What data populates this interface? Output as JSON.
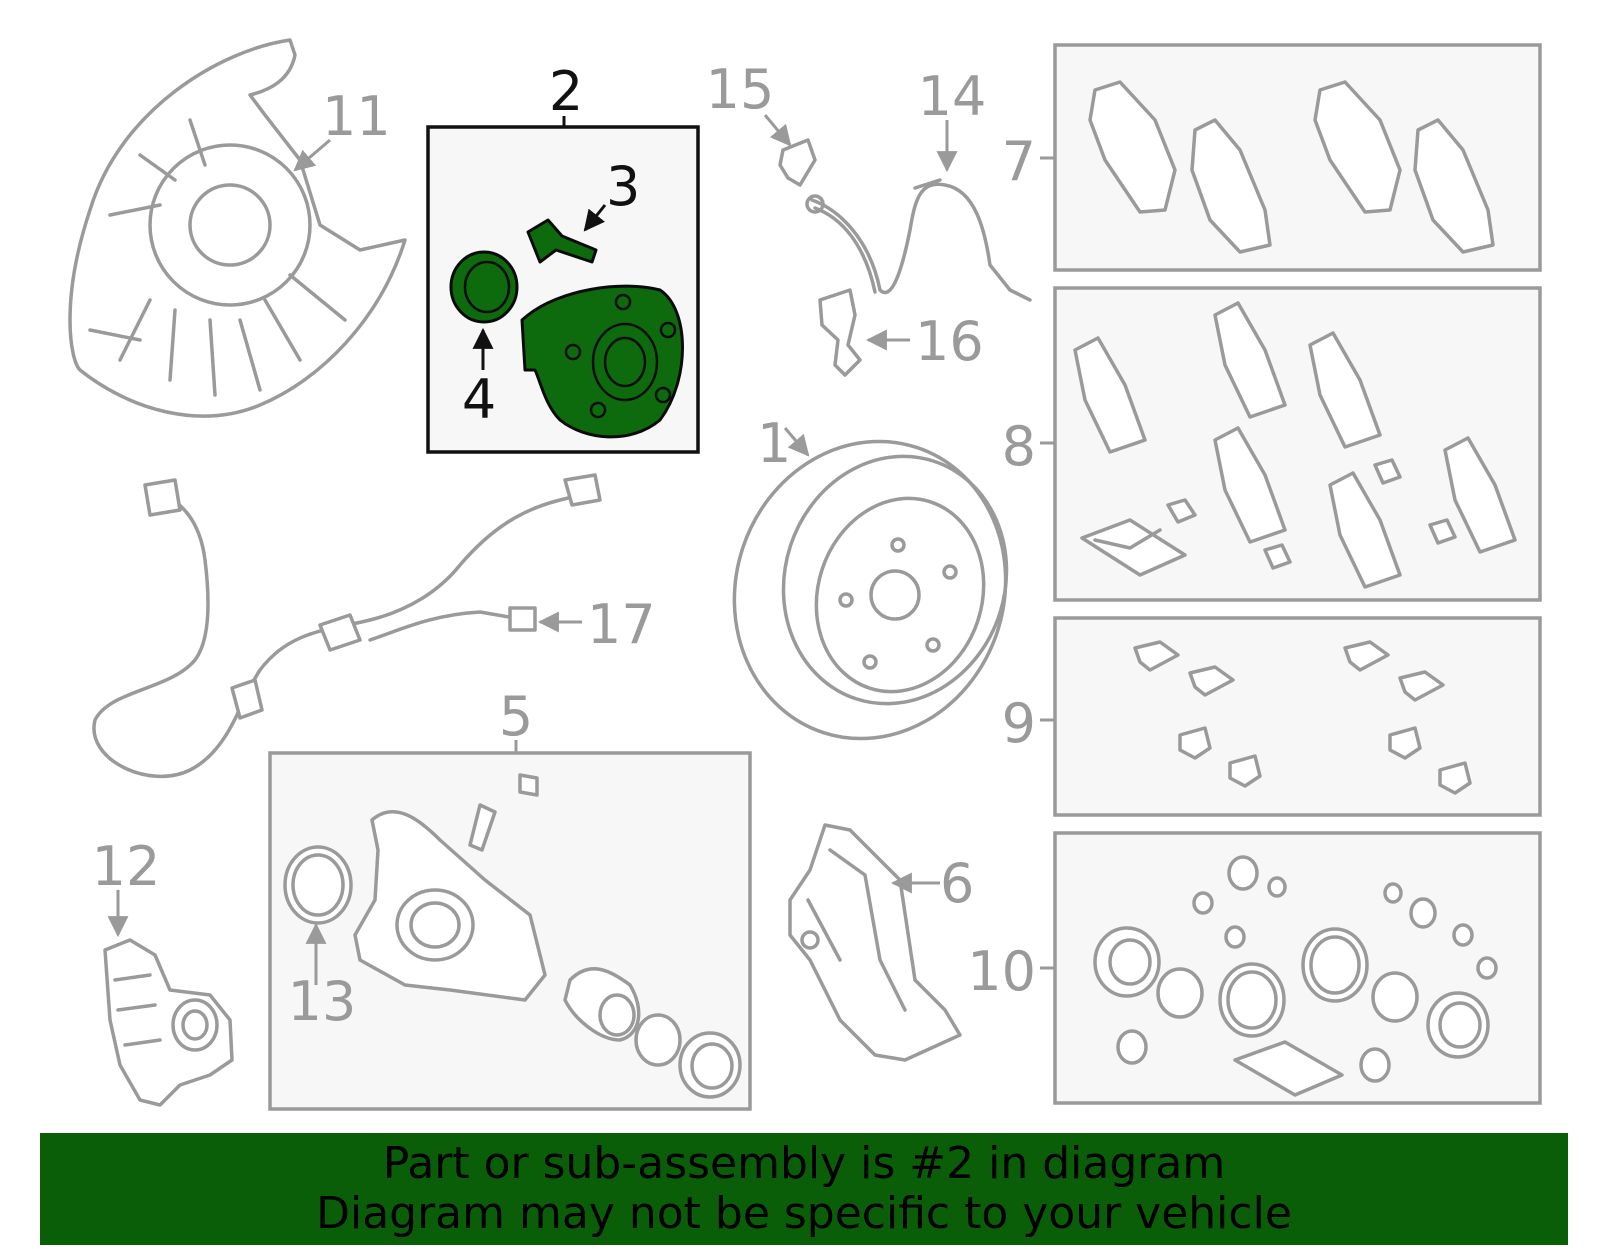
{
  "callouts": {
    "c1": "1",
    "c2": "2",
    "c3": "3",
    "c4": "4",
    "c5": "5",
    "c6": "6",
    "c7": "7",
    "c8": "8",
    "c9": "9",
    "c10": "10",
    "c11": "11",
    "c12": "12",
    "c13": "13",
    "c14": "14",
    "c15": "15",
    "c16": "16",
    "c17": "17"
  },
  "highlight_color": "#0b5e08",
  "part_fill_color": "#0d6b0d",
  "line_color": "#9a9a9a",
  "banner": {
    "line1": "Part or sub-assembly is #2 in diagram",
    "line2": "Diagram may not be specific to your vehicle"
  }
}
